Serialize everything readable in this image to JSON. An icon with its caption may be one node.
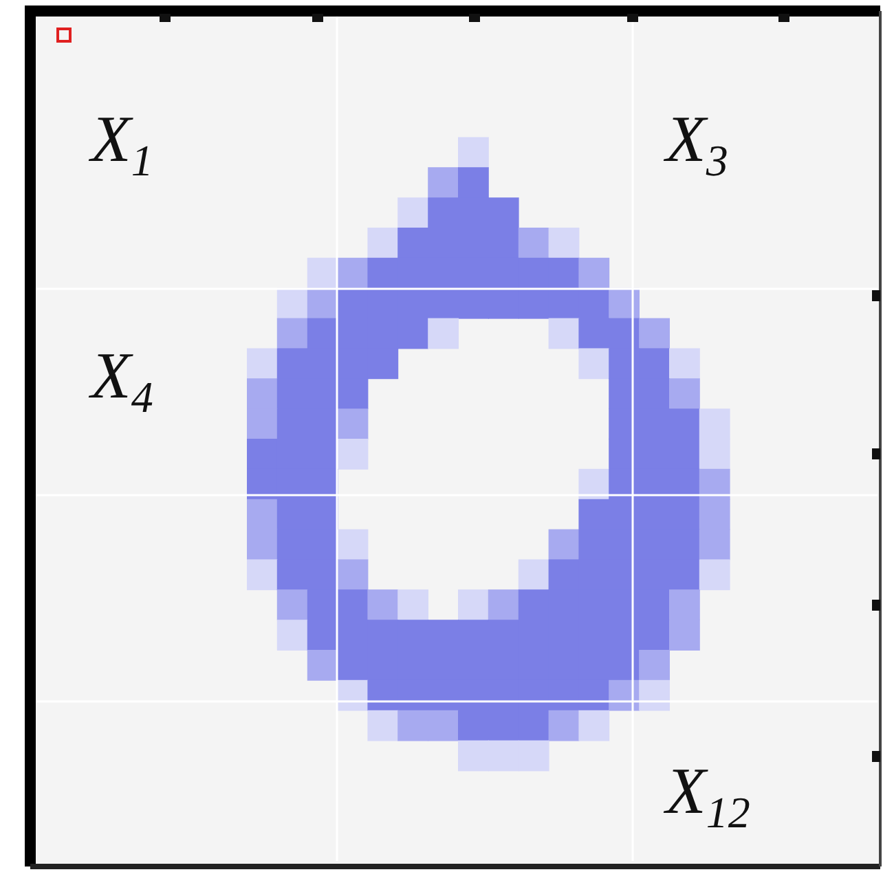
{
  "diagram": {
    "labels": [
      "X$_{1}$",
      "X$_{3}$",
      "X$_{4}$",
      "X$_{12}$"
    ]
  }
}
